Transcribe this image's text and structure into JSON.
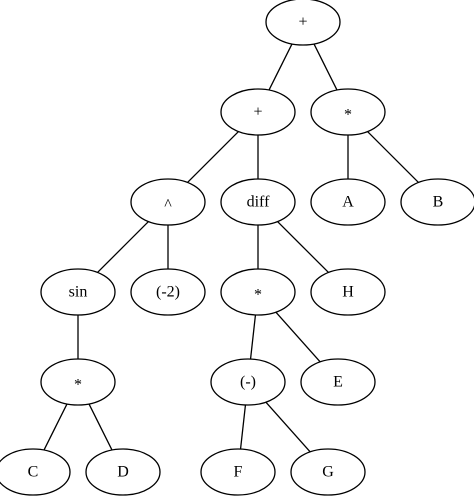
{
  "nodes": [
    {
      "id": "root",
      "label": "+"
    },
    {
      "id": "plus2",
      "label": "+"
    },
    {
      "id": "mul1",
      "label": "*"
    },
    {
      "id": "pow",
      "label": "^"
    },
    {
      "id": "diff",
      "label": "diff"
    },
    {
      "id": "A",
      "label": "A"
    },
    {
      "id": "B",
      "label": "B"
    },
    {
      "id": "sin",
      "label": "sin"
    },
    {
      "id": "neg2",
      "label": "(-2)"
    },
    {
      "id": "mul2",
      "label": "*"
    },
    {
      "id": "H",
      "label": "H"
    },
    {
      "id": "mul3",
      "label": "*"
    },
    {
      "id": "neg",
      "label": "(-)"
    },
    {
      "id": "E",
      "label": "E"
    },
    {
      "id": "C",
      "label": "C"
    },
    {
      "id": "D",
      "label": "D"
    },
    {
      "id": "F",
      "label": "F"
    },
    {
      "id": "G",
      "label": "G"
    }
  ],
  "edges": [
    [
      "root",
      "plus2"
    ],
    [
      "root",
      "mul1"
    ],
    [
      "plus2",
      "pow"
    ],
    [
      "plus2",
      "diff"
    ],
    [
      "mul1",
      "A"
    ],
    [
      "mul1",
      "B"
    ],
    [
      "pow",
      "sin"
    ],
    [
      "pow",
      "neg2"
    ],
    [
      "diff",
      "mul2"
    ],
    [
      "diff",
      "H"
    ],
    [
      "sin",
      "mul3"
    ],
    [
      "mul2",
      "neg"
    ],
    [
      "mul2",
      "E"
    ],
    [
      "mul3",
      "C"
    ],
    [
      "mul3",
      "D"
    ],
    [
      "neg",
      "F"
    ],
    [
      "neg",
      "G"
    ]
  ]
}
